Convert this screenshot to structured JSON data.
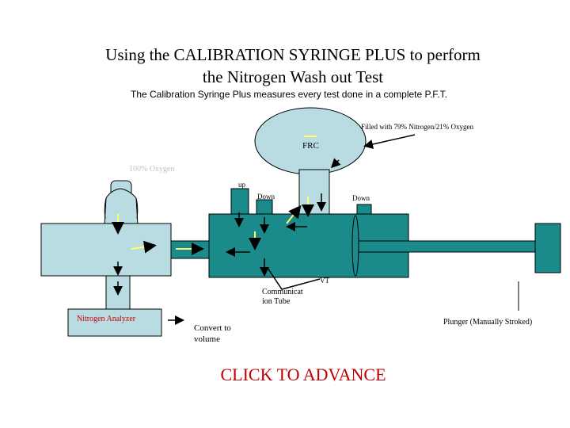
{
  "title_line1": "Using the CALIBRATION SYRINGE PLUS to perform",
  "title_line2": "the Nitrogen Wash out Test",
  "subtitle": "The Calibration Syringe Plus measures every test done in a complete P.F.T.",
  "labels": {
    "frc": "FRC",
    "filled_with": "Filled with 79% Nitrogen/21% Oxygen",
    "oxygen": "100%  Oxygen",
    "up": "up",
    "down_left": "Down",
    "down_right": "Down",
    "vt": "VT",
    "communication_tube": "Communicat ion Tube",
    "nitrogen_analyzer": "Nitrogen Analyzer",
    "convert_to_volume": "Convert to volume",
    "plunger": "Plunger (Manually Stroked)"
  },
  "advance": "CLICK TO ADVANCE",
  "colors": {
    "teal": "#1a8a8a",
    "light_blue": "#b8dce2",
    "yellow": "#ffff66",
    "red": "#cc0000"
  }
}
